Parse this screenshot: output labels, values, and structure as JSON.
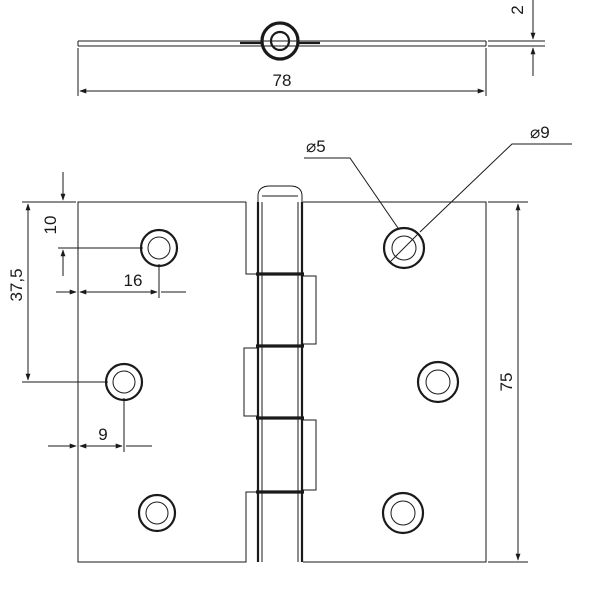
{
  "top_view": {
    "width_label": "78",
    "thickness_label": "2"
  },
  "front_view": {
    "height_label": "75",
    "hole_pitch_label": "37,5",
    "hole_top_offset_label": "10",
    "hole_horizontal_offset_label": "16",
    "hole_edge_offset_label": "9",
    "small_diameter_label": "⌀5",
    "large_diameter_label": "⌀9"
  }
}
